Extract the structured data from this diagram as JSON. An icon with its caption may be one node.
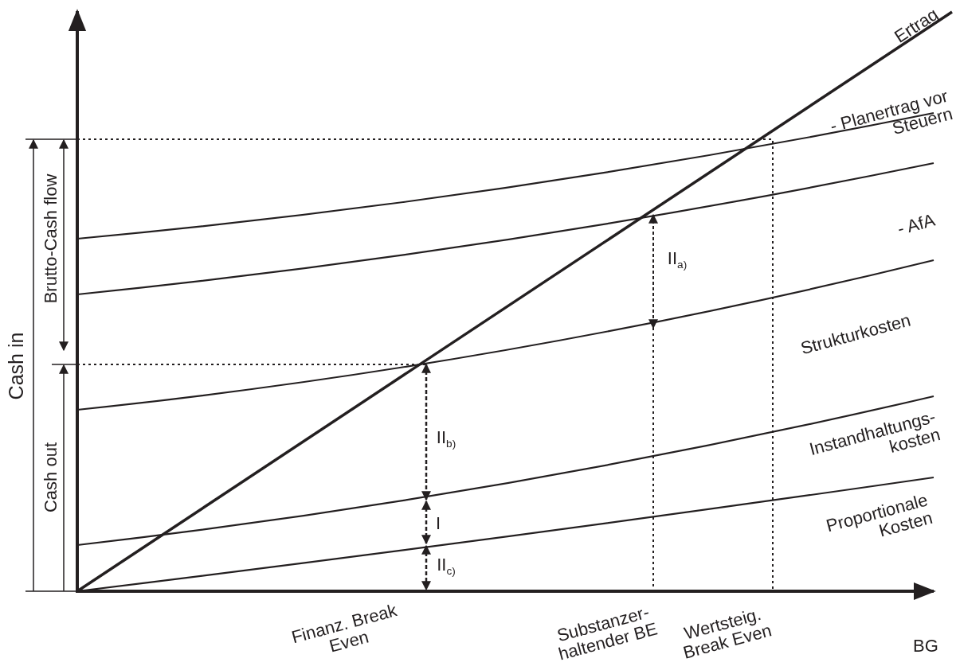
{
  "diagram": {
    "labels": [
      "Ertrag",
      "- Planertrag vor Steuern",
      "Brutto-Cash flow",
      "- AfA",
      "II$_{a)}$",
      "Cash in",
      "Strukturkosten",
      "Cash out",
      "II$_{b)}$",
      "Instandhaltungs- kosten",
      "I",
      "Proportionale Kosten",
      "II$_{c)}$",
      "Finanz. Break Even",
      "Substanzer- haltender BE",
      "Wertsteig. Break Even",
      "BG"
    ]
  }
}
